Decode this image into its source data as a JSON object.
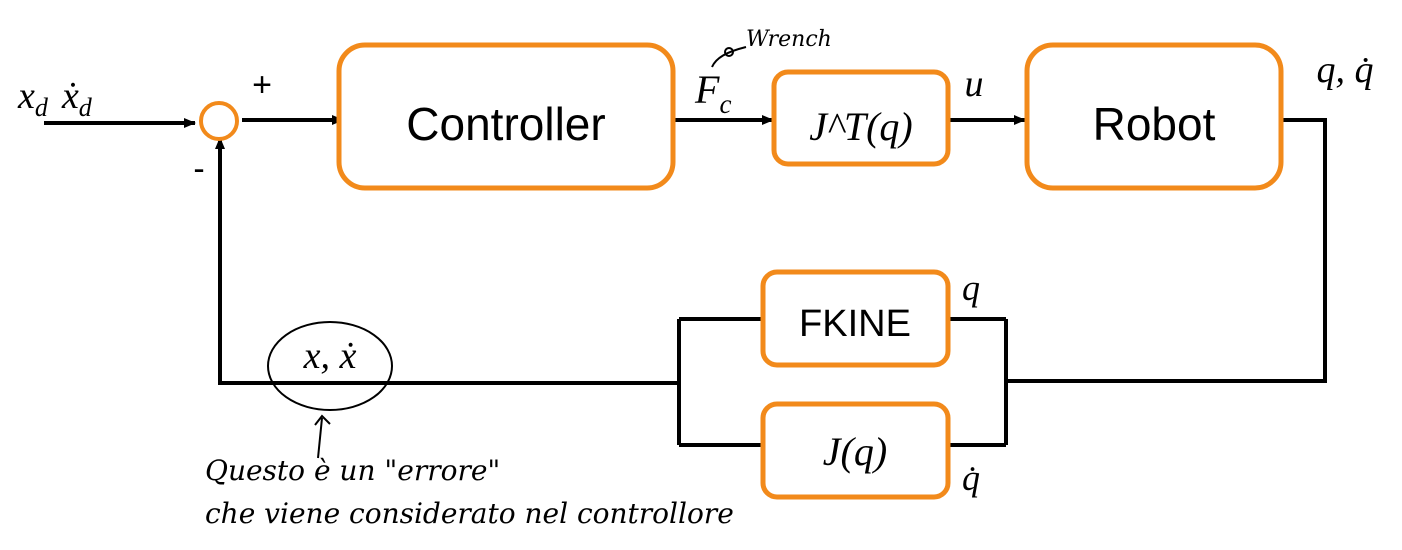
{
  "blocks": {
    "controller": "Controller",
    "jacobian_transpose": "J^T(q)",
    "robot": "Robot",
    "fkine": "FKINE",
    "jacobian": "J(q)"
  },
  "signals": {
    "desired_input_x": "x",
    "desired_input_x_sub": "d",
    "desired_input_xdot": "ẋ",
    "desired_input_xdot_sub": "d",
    "sum_plus": "+",
    "sum_minus": "-",
    "controller_output": "F",
    "controller_output_sub": "c",
    "torque": "u",
    "robot_output": "q, q̇",
    "fkine_input": "q",
    "jacobian_input": "q̇",
    "feedback": "x, ẋ"
  },
  "annotations": {
    "wrench_note": "Wrench",
    "error_note_line1": "Questo è un \"errore\"",
    "error_note_line2": "che viene considerato nel controllore"
  },
  "colors": {
    "block_border": "#f28a1b",
    "line": "#000000",
    "text": "#000000"
  }
}
